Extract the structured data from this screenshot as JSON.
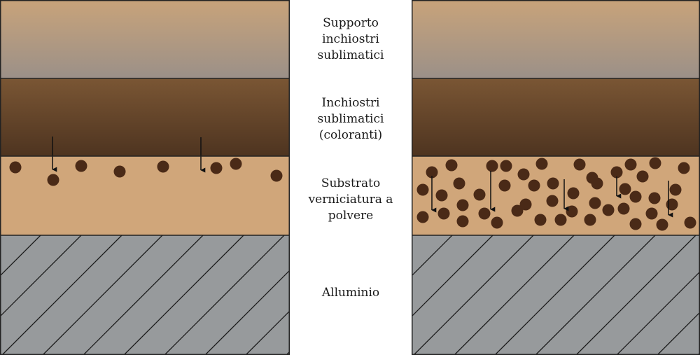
{
  "labels": {
    "support": "Supporto\ninchiostri\nsublimatici",
    "inks": "Inchiostri\nsublimatici\n(coloranti)",
    "substrate": "Substrato\nverniciatura a\npolvere",
    "aluminium": "Alluminio"
  },
  "colors": {
    "support_top": "#c8a37a",
    "support_bottom": "#9b9088",
    "inks_top": "#7a5634",
    "inks_bottom": "#4e3420",
    "substrate": "#d0a67a",
    "aluminium": "#979a9c",
    "hatch": "#1a1a1a",
    "particle": "#4a2a17",
    "border": "#222222"
  },
  "icons": {
    "particle": "dye-particle-dot",
    "arrow": "diffusion-arrow-down"
  }
}
